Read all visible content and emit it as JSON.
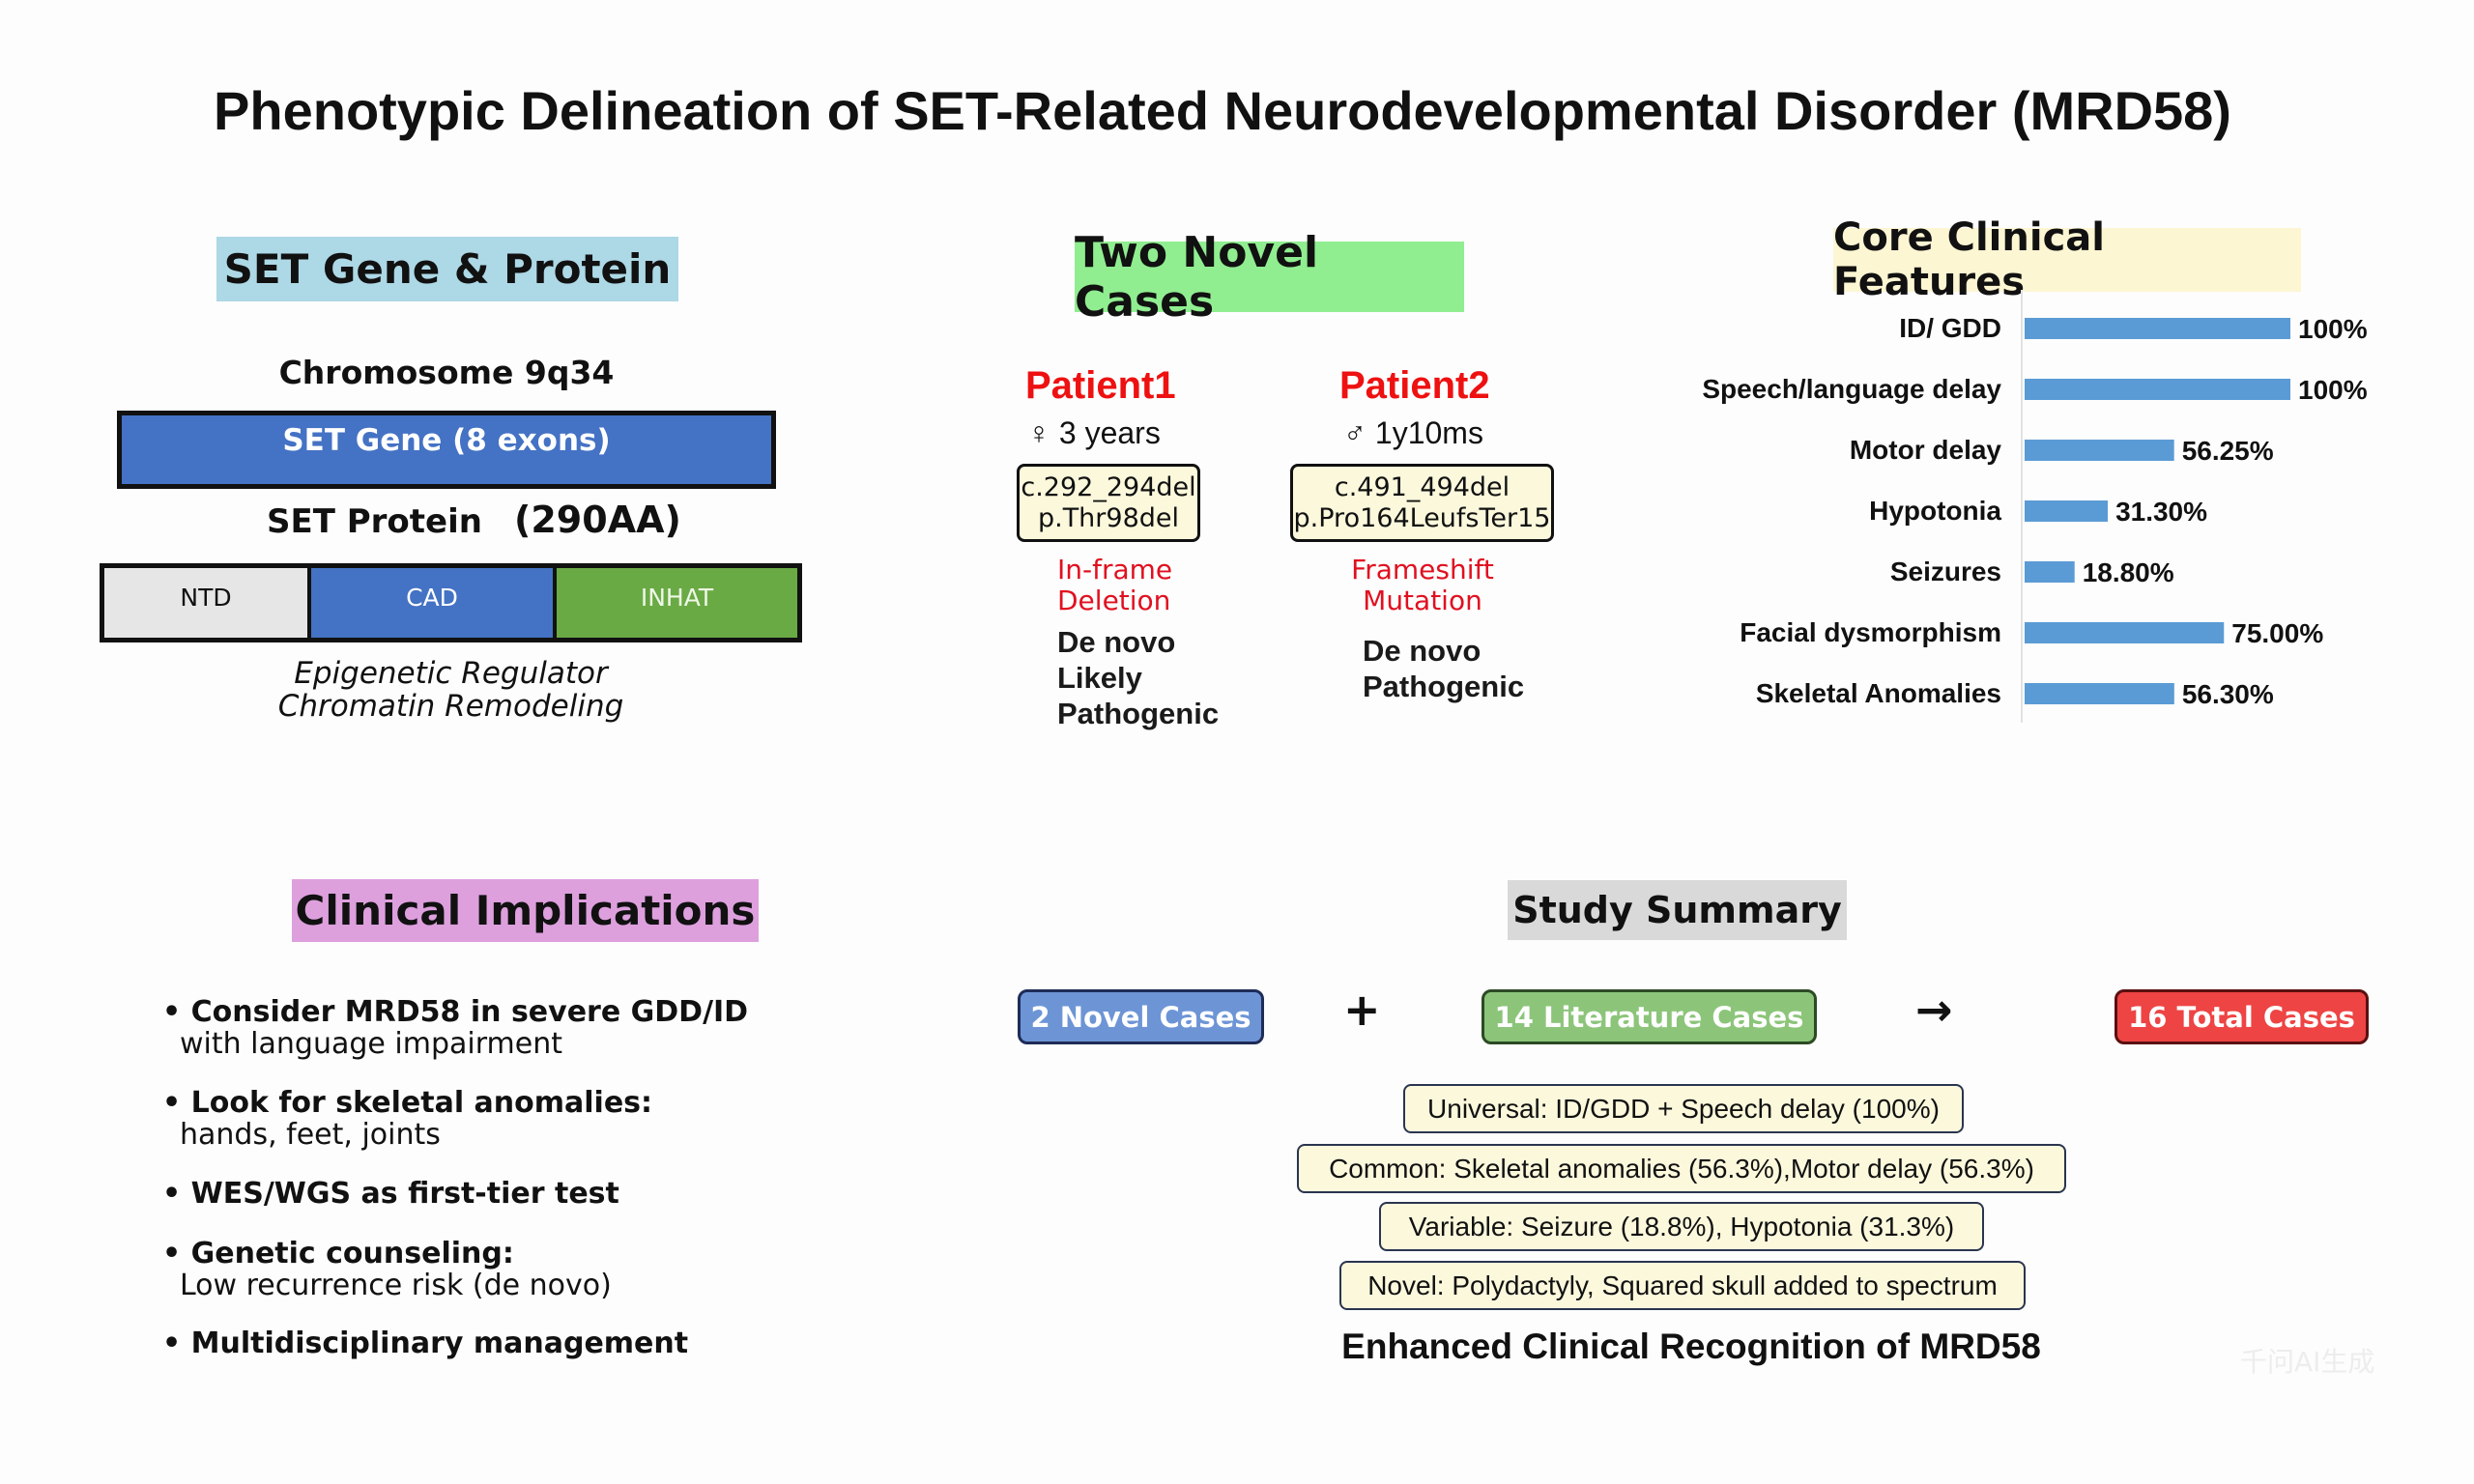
{
  "title": "Phenotypic Delineation of SET-Related Neurodevelopmental Disorder (MRD58)",
  "gene_section": {
    "header": "SET Gene & Protein",
    "chromosome": "Chromosome 9q34",
    "gene_label": "SET Gene (8 exons)",
    "protein_title": "SET Protein",
    "protein_length": "(290AA)",
    "domains": [
      {
        "label": "NTD",
        "color": "#e6e6e6"
      },
      {
        "label": "CAD",
        "color": "#4472c4"
      },
      {
        "label": "INHAT",
        "color": "#6aaa45"
      }
    ],
    "function_lines": [
      "Epigenetic Regulator",
      "Chromatin Remodeling"
    ]
  },
  "cases_section": {
    "header": "Two Novel Cases",
    "patients": [
      {
        "name": "Patient1",
        "sex_symbol": "♀",
        "age": "3 years",
        "cdna": "c.292_294del",
        "protein": "p.Thr98del",
        "mutation_type": [
          "In-frame",
          "Deletion"
        ],
        "classification": [
          "De novo",
          "Likely",
          "Pathogenic"
        ]
      },
      {
        "name": "Patient2",
        "sex_symbol": "♂",
        "age": "1y10ms",
        "cdna": "c.491_494del",
        "protein": "p.Pro164LeufsTer15",
        "mutation_type": [
          "Frameshift",
          "Mutation"
        ],
        "classification": [
          "De novo",
          "Pathogenic"
        ]
      }
    ]
  },
  "features_section": {
    "header": "Core Clinical Features"
  },
  "chart_data": {
    "type": "bar",
    "orientation": "horizontal",
    "title": "Core Clinical Features",
    "categories": [
      "ID/ GDD",
      "Speech/language delay",
      "Motor delay",
      "Hypotonia",
      "Seizures",
      "Facial dysmorphism",
      "Skeletal Anomalies"
    ],
    "values": [
      100,
      100,
      56.25,
      31.3,
      18.8,
      75.0,
      56.3
    ],
    "value_labels": [
      "100%",
      "100%",
      "56.25%",
      "31.30%",
      "18.80%",
      "75.00%",
      "56.30%"
    ],
    "xlabel": "",
    "ylabel": "",
    "xlim": [
      0,
      100
    ],
    "grid": false,
    "bar_color": "#5b9bd5"
  },
  "implications_section": {
    "header": "Clinical Implications",
    "bullets": [
      {
        "head": "Consider MRD58 in severe GDD/ID",
        "sub": "with language impairment"
      },
      {
        "head": "Look for skeletal anomalies:",
        "sub": "hands, feet, joints"
      },
      {
        "head": "WES/WGS as first-tier test",
        "sub": ""
      },
      {
        "head": "Genetic counseling:",
        "sub": "Low recurrence risk (de novo)"
      },
      {
        "head": "Multidisciplinary management",
        "sub": ""
      }
    ]
  },
  "summary_section": {
    "header": "Study Summary",
    "novel_cases": "2 Novel Cases",
    "plus": "+",
    "literature_cases": "14 Literature Cases",
    "arrow": "→",
    "total_cases": "16 Total Cases",
    "findings": [
      "Universal: ID/GDD + Speech delay (100%)",
      "Common: Skeletal anomalies (56.3%),Motor delay (56.3%)",
      "Variable: Seizure (18.8%), Hypotonia (31.3%)",
      "Novel: Polydactyly, Squared skull added to spectrum"
    ],
    "conclusion": "Enhanced Clinical Recognition of MRD58"
  },
  "watermark": "千问AI生成"
}
